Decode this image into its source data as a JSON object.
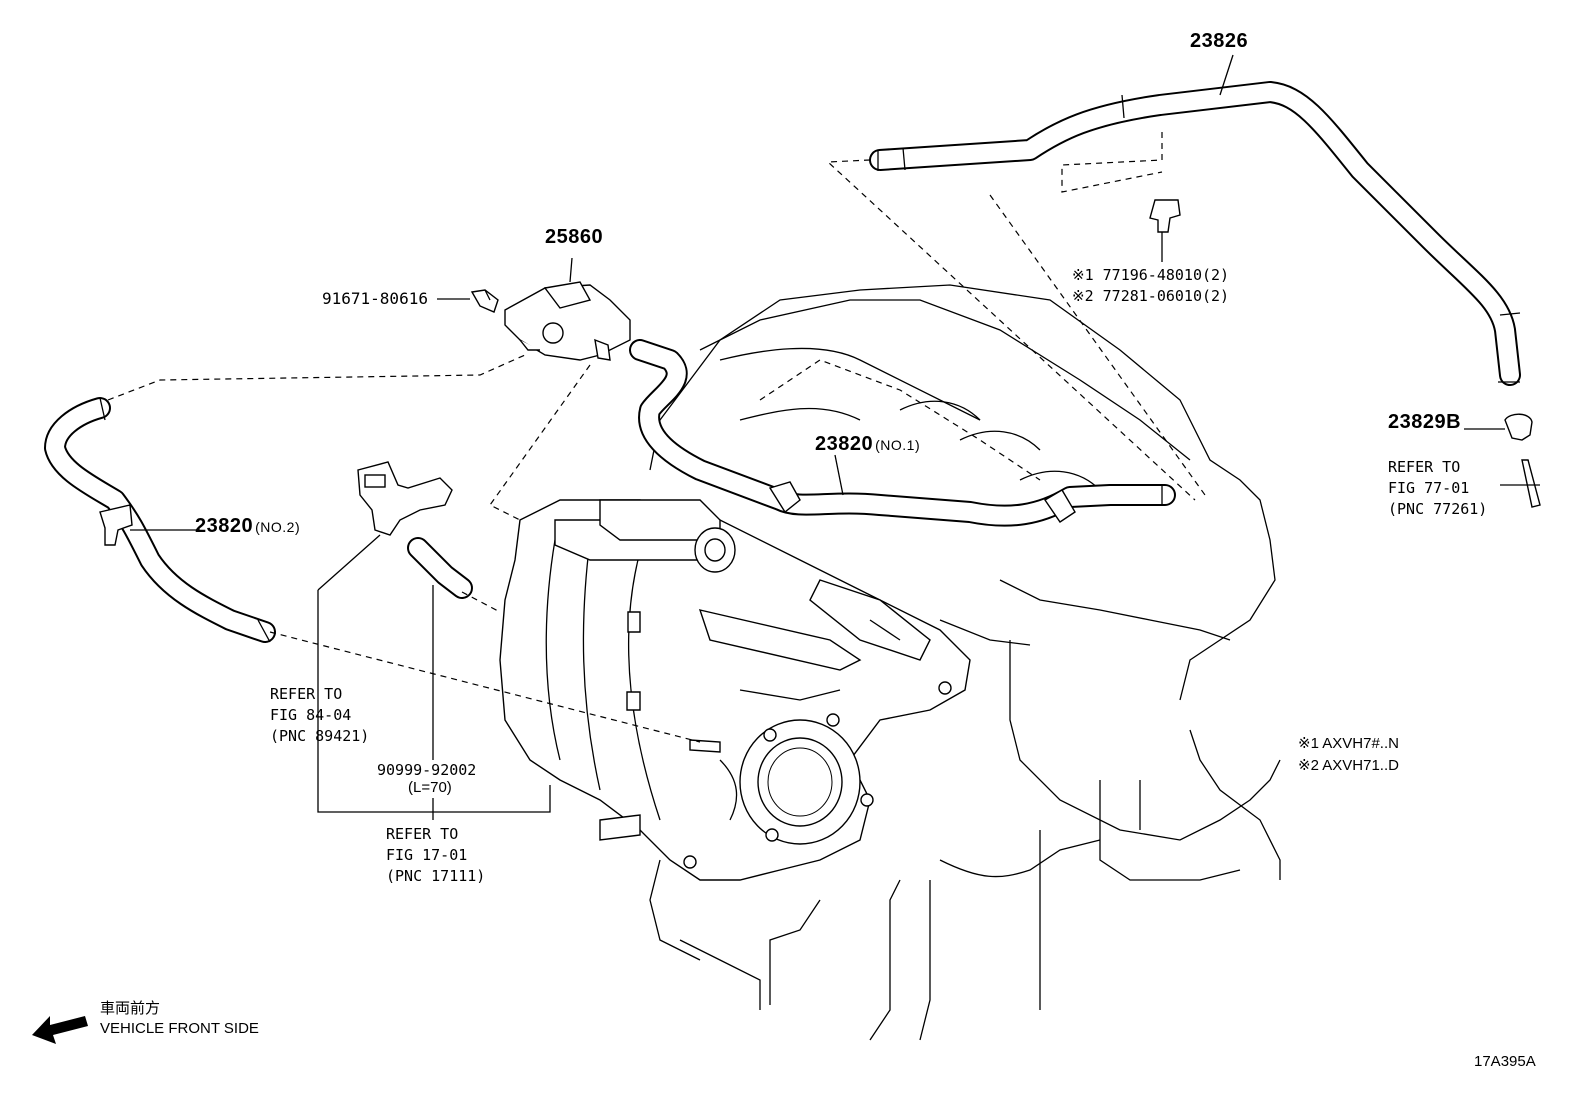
{
  "callouts": {
    "hose_23826": "23826",
    "valve_25860": "25860",
    "bolt_91671": "91671-80616",
    "clip_note1": "※1 77196-48010(2)",
    "clip_note2": "※2 77281-06010(2)",
    "clamp_23829b": "23829B",
    "hose_23820_no1": "23820",
    "hose_23820_no1_qual": "(NO.1)",
    "hose_23820_no2": "23820",
    "hose_23820_no2_qual": "(NO.2)",
    "tube_90999": "90999-92002",
    "tube_90999_len": "(L=70)"
  },
  "references": {
    "fig_77_01": [
      "REFER TO",
      "FIG 77-01",
      "(PNC 77261)"
    ],
    "fig_84_04": [
      "REFER TO",
      "FIG 84-04",
      "(PNC 89421)"
    ],
    "fig_17_01": [
      "REFER TO",
      "FIG 17-01",
      "(PNC 17111)"
    ]
  },
  "applicability": {
    "note1": "※1 AXVH7#..N",
    "note2": "※2 AXVH71..D"
  },
  "direction": {
    "japanese": "車両前方",
    "english": "VEHICLE FRONT SIDE",
    "arrow_icon": "left-arrow-icon"
  },
  "figure_id": "17A395A"
}
